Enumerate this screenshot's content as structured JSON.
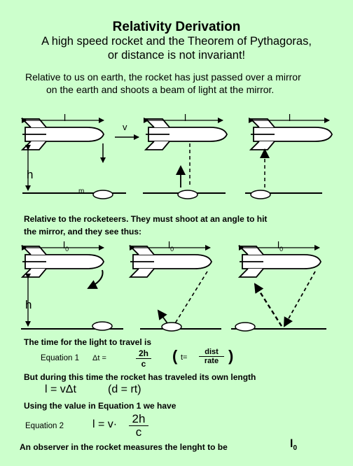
{
  "header": {
    "title": "Relativity  Derivation",
    "subtitle_line1": "A high speed rocket and the Theorem of Pythagoras,",
    "subtitle_line2": "or distance is not invariant!"
  },
  "intro": {
    "line1": "Relative to us on earth, the rocket has just passed over a mirror",
    "line2": "on the earth and shoots a beam of light at the mirror."
  },
  "earth_frame": {
    "length_label": "l",
    "velocity_label": "v",
    "height_label": "h",
    "mirror_label": "m"
  },
  "rocket_frame": {
    "intro_line1": "Relative to the rocketeers. They must shoot at an angle to hit",
    "intro_line2": "the mirror, and they see thus:",
    "length_label": "l",
    "length_subscript": "0",
    "height_label": "h"
  },
  "derivation": {
    "time_text": "The time for the light to travel is",
    "eq1_label": "Equation 1",
    "eq1_lhs": "Δt =",
    "eq1_num": "2h",
    "eq1_den": "c",
    "eq1_paren_open": "(",
    "eq1_t_eq": "t=",
    "eq1_rate_num": "dist",
    "eq1_rate_den": "rate",
    "eq1_paren_close": ")",
    "during_text": "But during this time the rocket has traveled its own length",
    "length_eq": "l = vΔt",
    "length_eq_alt": "(d = rt)",
    "using_text": "Using the value in Equation 1 we have",
    "eq2_label": "Equation 2",
    "eq2_lhs": "l = v·",
    "eq2_num": "2h",
    "eq2_den": "c",
    "observer_text": "An observer in the rocket measures the lenght to be",
    "observer_symbol": "l",
    "observer_subscript": "0"
  }
}
